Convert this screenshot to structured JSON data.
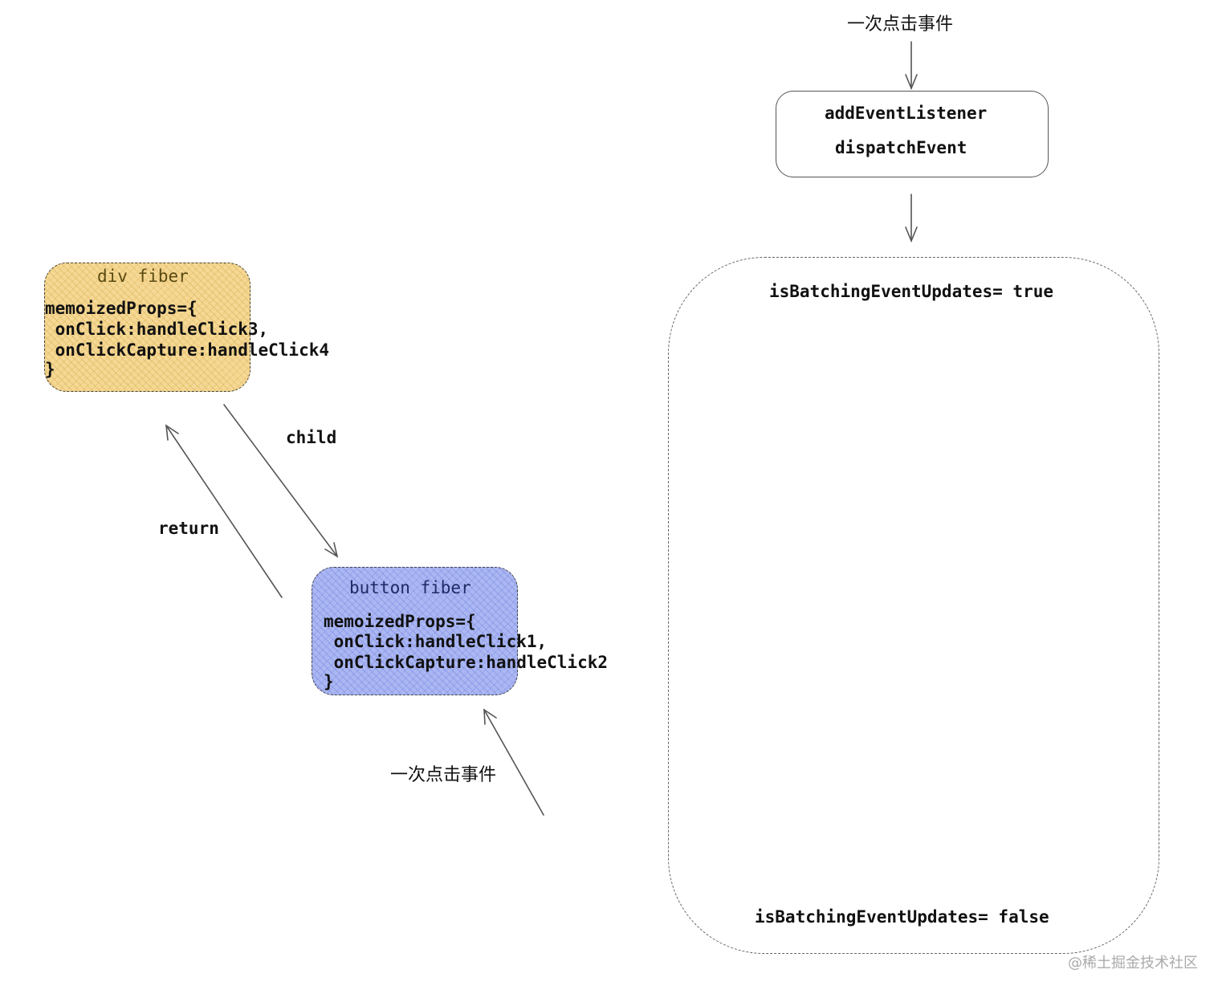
{
  "top_event_label": "一次点击事件",
  "listener_box": {
    "line1": "addEventListener",
    "line2": "dispatchEvent"
  },
  "batch_box": {
    "top_text": "isBatchingEventUpdates= true",
    "bottom_text": "isBatchingEventUpdates= false"
  },
  "div_fiber": {
    "title": "div fiber",
    "line1": "memoizedProps={",
    "line2": " onClick:handleClick3,",
    "line3": " onClickCapture:handleClick4",
    "line4": "}"
  },
  "button_fiber": {
    "title": "button fiber",
    "line1": "memoizedProps={",
    "line2": " onClick:handleClick1,",
    "line3": " onClickCapture:handleClick2",
    "line4": "}"
  },
  "edge_labels": {
    "child": "child",
    "return": "return"
  },
  "bottom_event_label": "一次点击事件",
  "watermark": "@稀土掘金技术社区",
  "colors": {
    "div_fiber_fill": "#f5d893",
    "button_fiber_fill": "#aab7f3",
    "div_title_text": "#5a4a10",
    "button_title_text": "#1f2a66"
  }
}
